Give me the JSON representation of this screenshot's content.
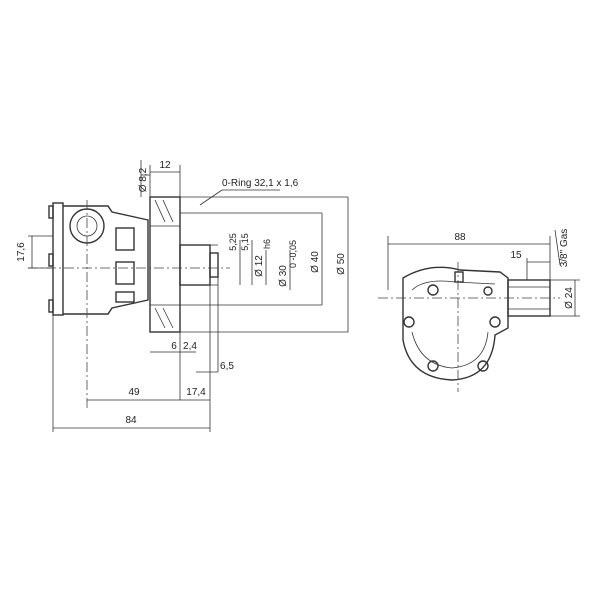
{
  "drawing": {
    "side_view": {
      "dim_offset_left": "17,6",
      "dim_bolt_hole": "Ø 8,2",
      "dim_flange_width": "12",
      "oring_label": "0-Ring 32,1 x 1,6",
      "dim_shaft_5_25": "5,25",
      "dim_shaft_5_15": "5,15",
      "dim_dia_12": "Ø 12",
      "dim_dia_12_tol": "h6",
      "dim_dia_30": "Ø 30",
      "dim_dia_30_tol": "0 -0,05",
      "dim_dia_40": "Ø 40",
      "dim_dia_50": "Ø 50",
      "dim_6": "6",
      "dim_2_4": "2,4",
      "dim_6_5": "6,5",
      "dim_49": "49",
      "dim_17_4": "17,4",
      "dim_84": "84"
    },
    "front_view": {
      "dim_88": "88",
      "dim_15": "15",
      "thread_label": "3/8\" Gas",
      "dim_dia_24": "Ø 24"
    }
  }
}
